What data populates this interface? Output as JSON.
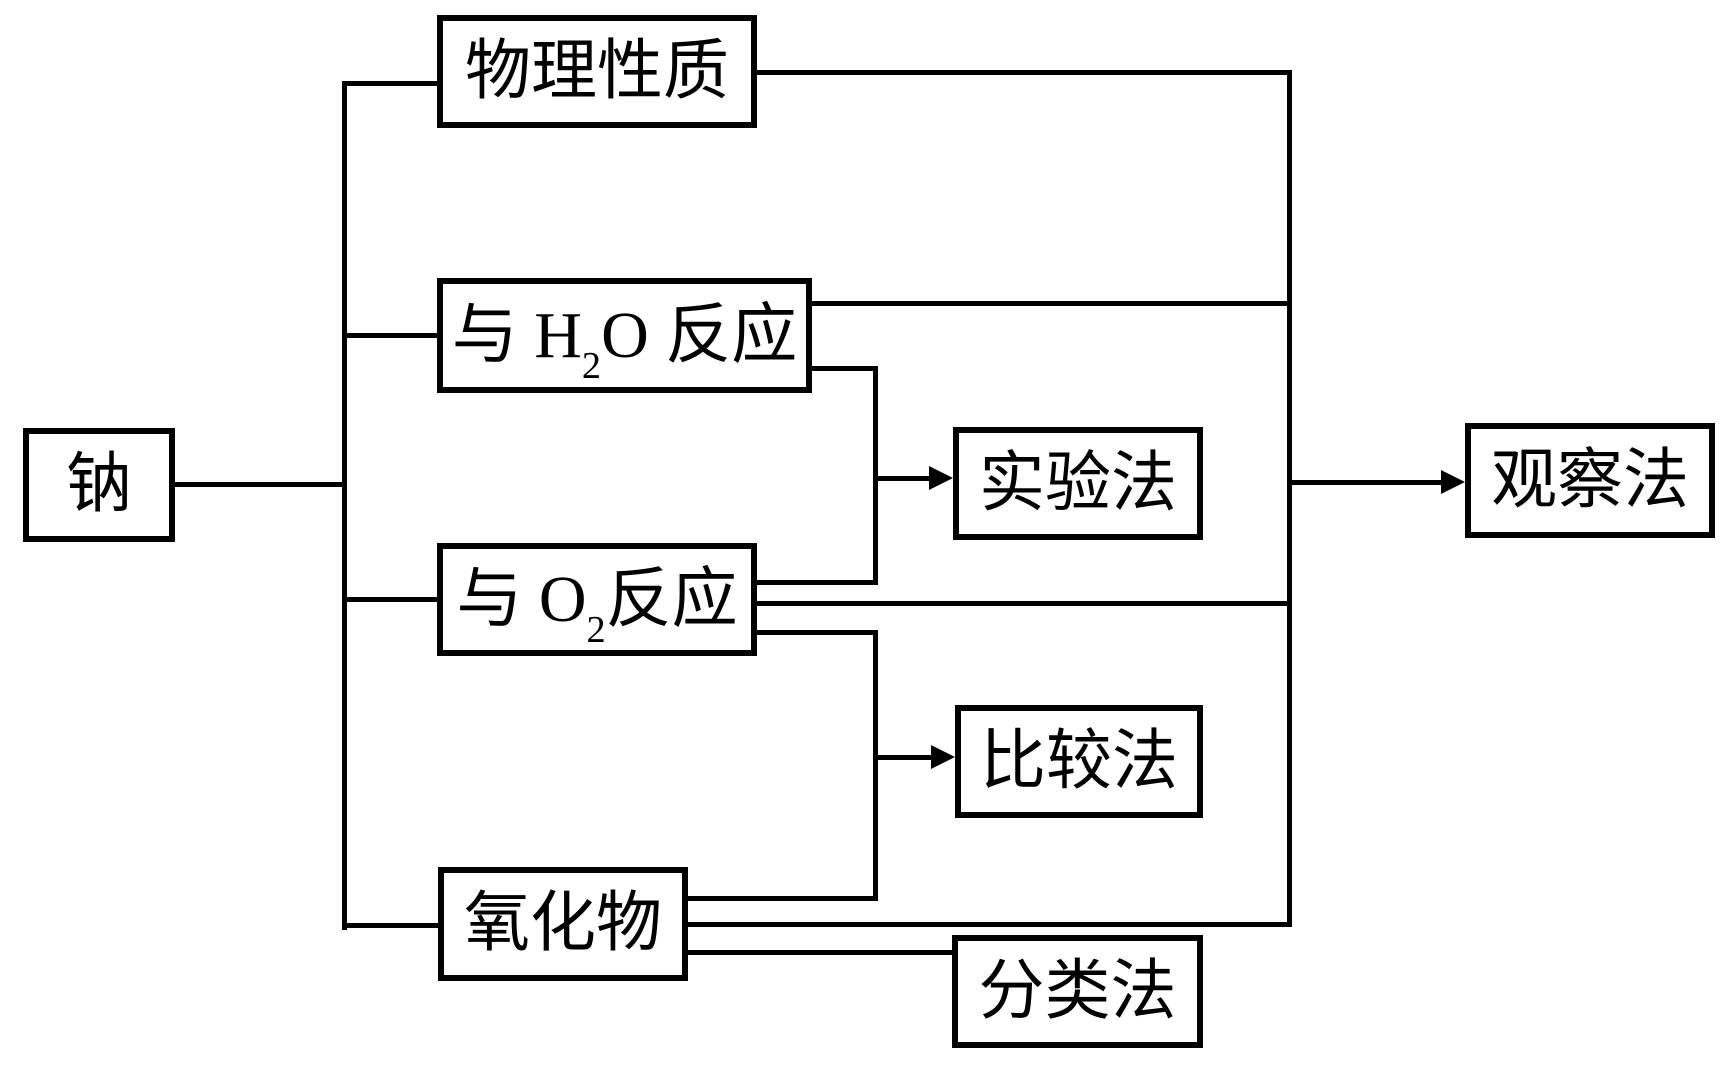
{
  "diagram": {
    "background": "#ffffff",
    "line_color": "#000000",
    "nodes": {
      "na": {
        "label": "钠"
      },
      "physical": {
        "label": "物理性质"
      },
      "h2o": {
        "pre": "与 H",
        "sub": "2",
        "post": "O 反应"
      },
      "o2": {
        "pre": "与 O",
        "sub": "2",
        "post": "反应"
      },
      "oxide": {
        "label": "氧化物"
      },
      "experiment": {
        "label": "实验法"
      },
      "compare": {
        "label": "比较法"
      },
      "classify": {
        "label": "分类法"
      },
      "observe": {
        "label": "观察法"
      }
    },
    "edges": [
      "钠 — 物理性质",
      "钠 — 与H2O反应",
      "钠 — 与O2反应",
      "钠 — 氧化物",
      "与H2O反应 + 与O2反应 → 实验法",
      "与O2反应 + 氧化物 → 比较法",
      "氧化物 — 分类法",
      "物理性质 / 与H2O反应 / 与O2反应 / 氧化物 → 观察法"
    ]
  }
}
